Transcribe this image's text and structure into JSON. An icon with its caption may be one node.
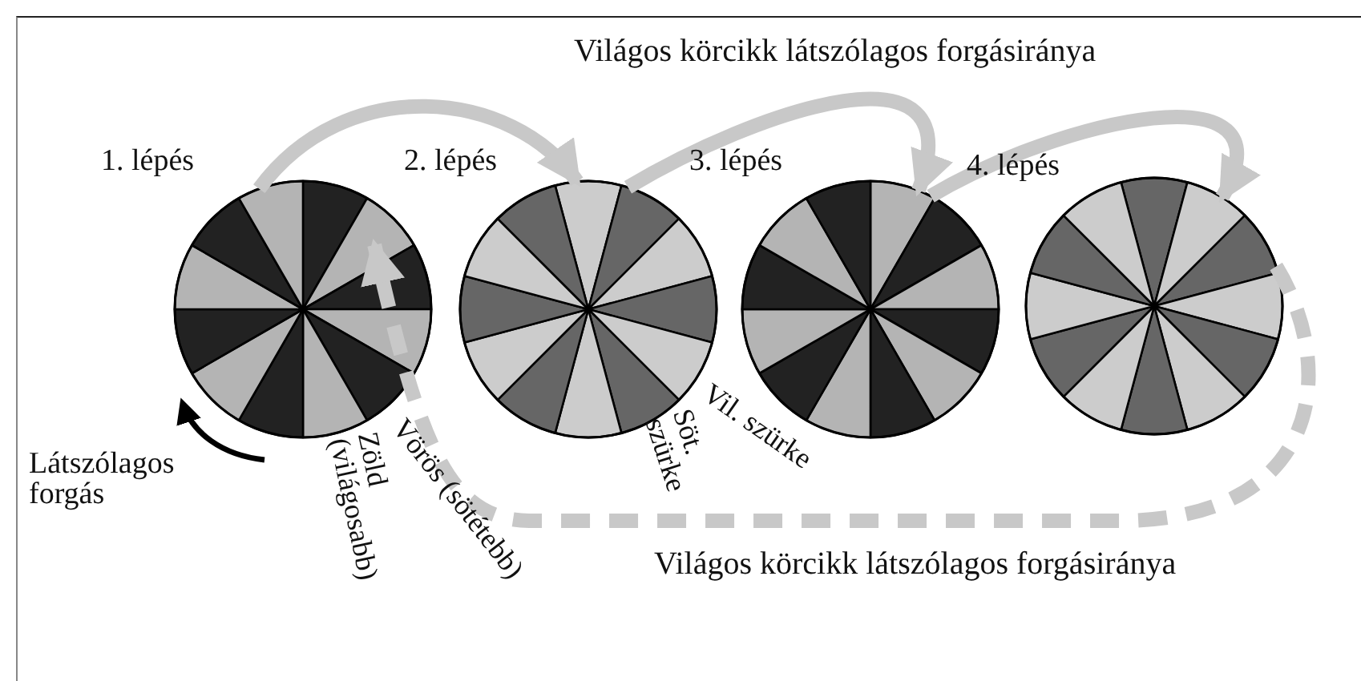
{
  "diagram": {
    "nodes": [
      {
        "text": [
          "1. lépés"
        ]
      },
      {
        "text": [
          "2. lépés"
        ]
      },
      {
        "text": [
          "3. lépés"
        ]
      },
      {
        "text": [
          "4. lépés"
        ]
      }
    ],
    "edges": [
      {
        "from": 0,
        "to": 1,
        "arrow": "to"
      },
      {
        "from": 1,
        "to": 2,
        "arrow": "to"
      },
      {
        "from": 2,
        "to": 3,
        "arrow": "to"
      },
      {
        "from": 3,
        "to": 0,
        "arrow": "to",
        "style": "dashed"
      }
    ],
    "labels": [
      "Világos körcikk látszólagos forgásiránya",
      "Látszólagos forgás",
      "Zöld (világosabb)",
      "Vörös (sötétebb)",
      "Söt. szürke",
      "Vil. szürke",
      "Világos körcikk látszólagos forgásiránya"
    ]
  }
}
